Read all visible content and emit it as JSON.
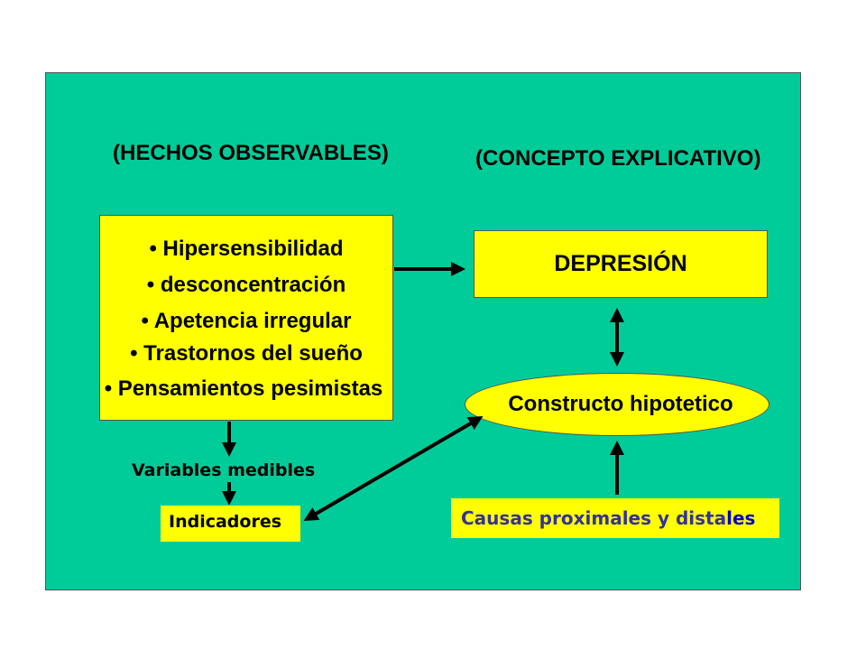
{
  "headings": {
    "observable": "(HECHOS OBSERVABLES)",
    "explanatory": "(CONCEPTO EXPLICATIVO)"
  },
  "symptoms": [
    "• Hipersensibilidad",
    "• desconcentración",
    "• Apetencia irregular",
    "• Trastornos del sueño",
    "• Pensamientos pesimistas"
  ],
  "concept": {
    "label": "DEPRESIÓN"
  },
  "construct": {
    "label": "Constructo hipotetico"
  },
  "variables": {
    "label": "Variables medibles"
  },
  "indicators": {
    "label": "Indicadores"
  },
  "causes": {
    "label_main": "Causas proximales y dista",
    "label_tail": "les"
  },
  "colors": {
    "panel": "#00cc99",
    "box": "#ffff00",
    "causes_text": "#333399",
    "arrow": "#000000"
  }
}
